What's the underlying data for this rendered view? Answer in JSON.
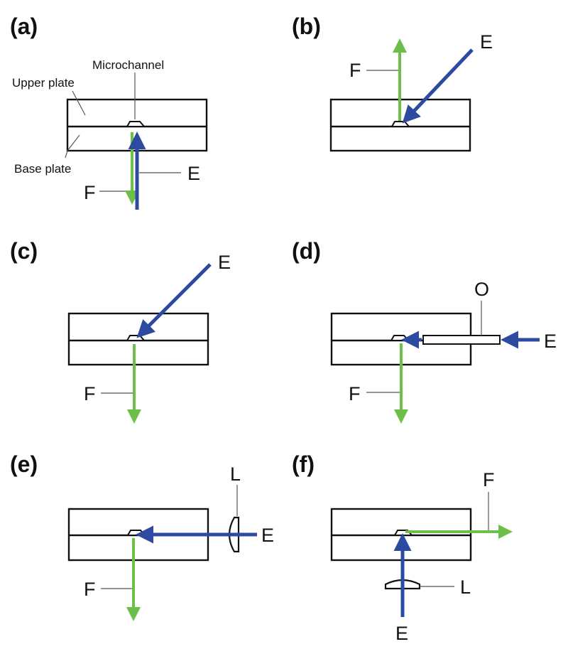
{
  "panels": {
    "a": {
      "letter": "(a)",
      "microchannel": "Microchannel",
      "upper_plate": "Upper plate",
      "base_plate": "Base plate",
      "e": "E",
      "f": "F"
    },
    "b": {
      "letter": "(b)",
      "e": "E",
      "f": "F"
    },
    "c": {
      "letter": "(c)",
      "e": "E",
      "f": "F"
    },
    "d": {
      "letter": "(d)",
      "e": "E",
      "f": "F",
      "o": "O"
    },
    "e": {
      "letter": "(e)",
      "e": "E",
      "f": "F",
      "l": "L"
    },
    "f": {
      "letter": "(f)",
      "e": "E",
      "f": "F",
      "l": "L"
    }
  },
  "colors": {
    "excitation": "#2c4aa0",
    "fluorescence": "#6cc04a",
    "outline": "#111111"
  }
}
